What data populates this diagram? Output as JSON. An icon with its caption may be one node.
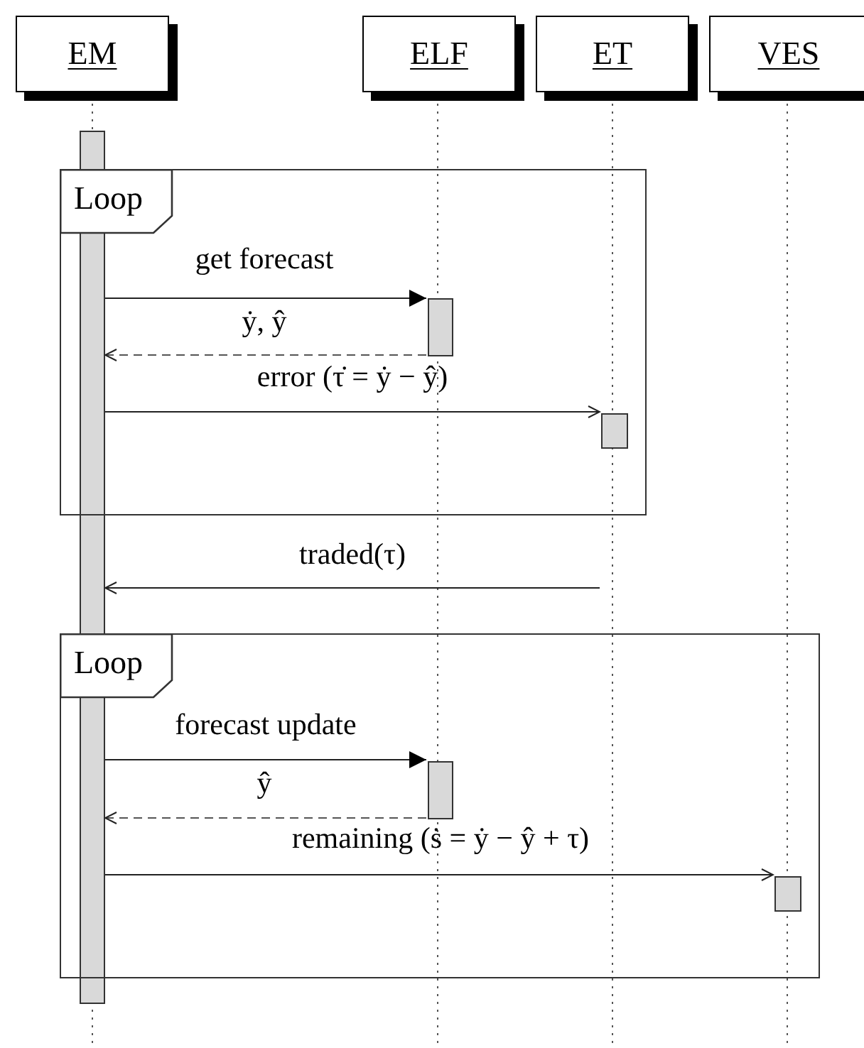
{
  "diagram": {
    "nodes": [
      {
        "text": [
          "EM"
        ]
      },
      {
        "text": [
          "ELF"
        ]
      },
      {
        "text": [
          "ET"
        ]
      },
      {
        "text": [
          "VES"
        ]
      },
      {
        "text": [],
        "shape": "bar"
      },
      {
        "text": [
          "Loop"
        ]
      },
      {
        "text": [],
        "shape": "bar",
        "in": 5
      },
      {
        "text": [],
        "shape": "bar",
        "in": 5
      },
      {
        "text": [
          "Loop"
        ]
      },
      {
        "text": [],
        "shape": "bar",
        "in": 8
      },
      {
        "text": [],
        "shape": "bar",
        "in": 8
      }
    ],
    "edges": [
      {
        "from": 4,
        "to": 6,
        "arrow": "to",
        "label": "get forecast"
      },
      {
        "from": 6,
        "to": 4,
        "arrow": "to",
        "label": "ẏ, ŷ",
        "style": "dashed"
      },
      {
        "from": 4,
        "to": 7,
        "arrow": "to",
        "label": "error (τ̇ = ẏ − ŷ)"
      },
      {
        "from": null,
        "to": 4,
        "arrow": "to",
        "label": "traded(τ)"
      },
      {
        "from": 4,
        "to": 9,
        "arrow": "to",
        "label": "forecast update"
      },
      {
        "from": 9,
        "to": 4,
        "arrow": "to",
        "label": "ŷ",
        "style": "dashed"
      },
      {
        "from": 4,
        "to": 10,
        "arrow": "to",
        "label": "remaining (ṡ = ẏ − ŷ + τ)"
      }
    ]
  }
}
